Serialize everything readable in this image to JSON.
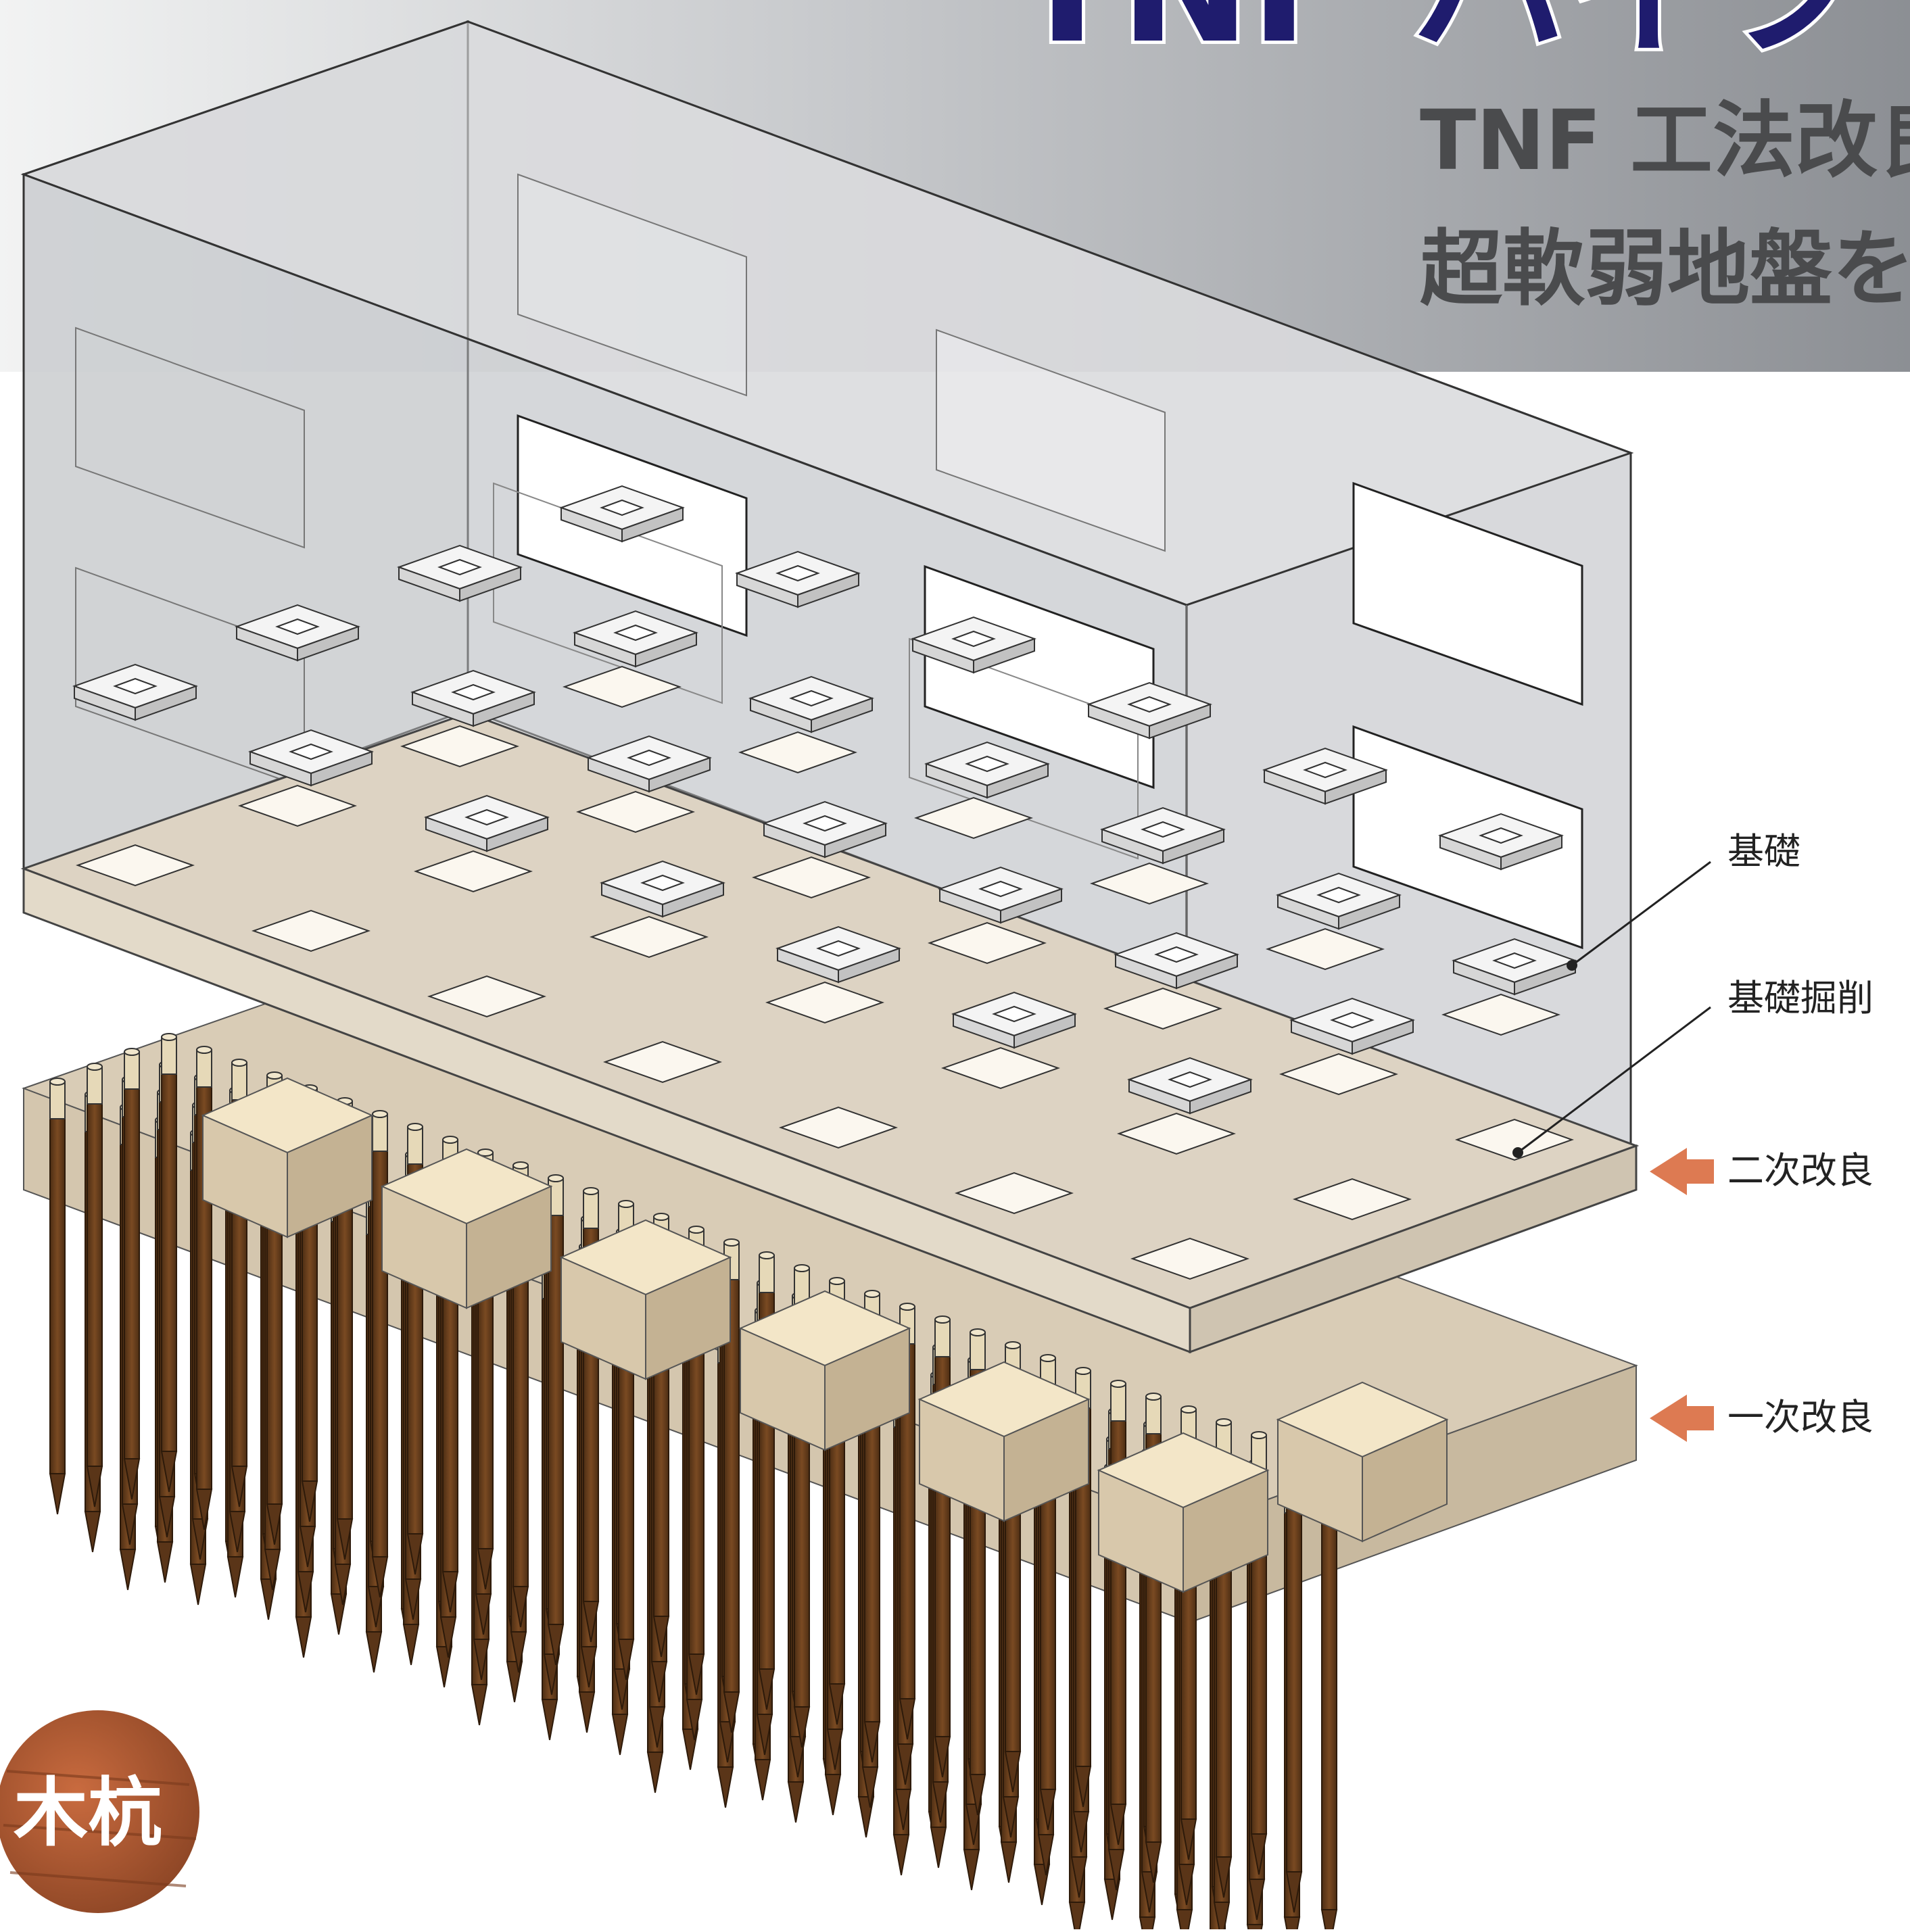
{
  "header": {
    "title": "TNF ハイブ",
    "subtitle_line1": "TNF 工法改良",
    "subtitle_line2": "超軟弱地盤を"
  },
  "labels": {
    "foundation": "基礎",
    "foundation_excavation": "基礎掘削",
    "secondary_improvement": "二次改良",
    "primary_improvement": "一次改良"
  },
  "badge": {
    "text": "木杭"
  },
  "colors": {
    "title_blue": "#1f1c6e",
    "subtitle_gray": "#4a4b4d",
    "banner_dark": "#8f9297",
    "banner_light": "#eceded",
    "arrow_orange": "#dd7a52",
    "slab_top": "#ded5c7",
    "slab_front": "#d9ccb8",
    "soil_block": "#cfc1ab",
    "pile_brown": "#6e4524",
    "pile_cap": "#e6d9b8",
    "badge_wood": "#a0522d"
  },
  "icons": {
    "arrow": "left-arrow-icon"
  }
}
